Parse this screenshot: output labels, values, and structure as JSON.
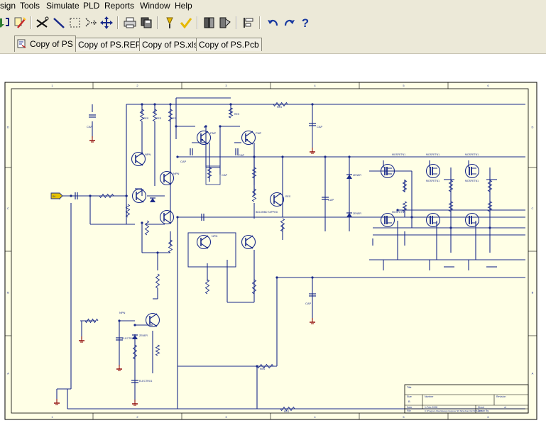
{
  "menu": [
    "sign",
    "Tools",
    "Simulate",
    "PLD",
    "Reports",
    "Window",
    "Help"
  ],
  "toolbar": {
    "icons": [
      "download-icon",
      "wand-icon",
      "scissors-icon",
      "wire-icon",
      "select-rect-icon",
      "move-selection-icon",
      "crosshair-move-icon",
      "print-icon",
      "save-all-icon",
      "probe-icon",
      "highlight-icon",
      "book-icon",
      "library-icon",
      "align-icon",
      "undo-icon",
      "redo-icon",
      "help-icon"
    ],
    "help_glyph": "?"
  },
  "tabs": [
    {
      "label": "Copy of PS",
      "active": true
    },
    {
      "label": "Copy of PS.REP",
      "active": false
    },
    {
      "label": "Copy of PS.xls",
      "active": false
    },
    {
      "label": "Copy of PS.Pcb",
      "active": false
    }
  ],
  "schematic": {
    "sheet_color": "#ffffe6",
    "line_color": "#1a2a8a",
    "ground_color": "#8b0000",
    "border_columns": [
      "1",
      "2",
      "3",
      "4",
      "5",
      "6"
    ],
    "border_rows": [
      "D",
      "C",
      "B",
      "A"
    ],
    "input_label": "IN",
    "component_labels": {
      "q_npn_1": "NPN",
      "q_npn_2": "NPN",
      "q_npn_3": "NPN",
      "q_npn_4": "NPN",
      "q_pnp_1": "PNP",
      "q_pnp_2": "PNP",
      "q_bd": "BD139/BD TAPPED",
      "mosfets_top": [
        "MOSFETN1",
        "MOSFETN1",
        "MOSFETN1"
      ],
      "mosfets_bot": [
        "MOSFETN1",
        "MOSFETN1",
        "MOSFETN1"
      ],
      "caps": [
        "CAP",
        "CAP",
        "CAP",
        "CAP",
        "CAP",
        "CAP",
        "CAP"
      ],
      "zeners": [
        "ZENER",
        "ZENER",
        "ZENER"
      ],
      "electrolytics": [
        "ELECTRO1",
        "ELECTRO1"
      ],
      "res": "RES"
    },
    "title_block": {
      "size_label": "Size",
      "size_value": "B",
      "number_label": "Number",
      "revision_label": "Revision",
      "date_label": "Date",
      "date_value": "1-Feb-2008",
      "sheet_label": "Sheet",
      "sheet_value": "of",
      "file_label": "File",
      "file_value": "C:\\Program Files\\Design Explorer 99 SE\\Library\\Sch\\PS.ddb",
      "drawn_label": "Drawn By:",
      "title_label": "Title"
    }
  }
}
